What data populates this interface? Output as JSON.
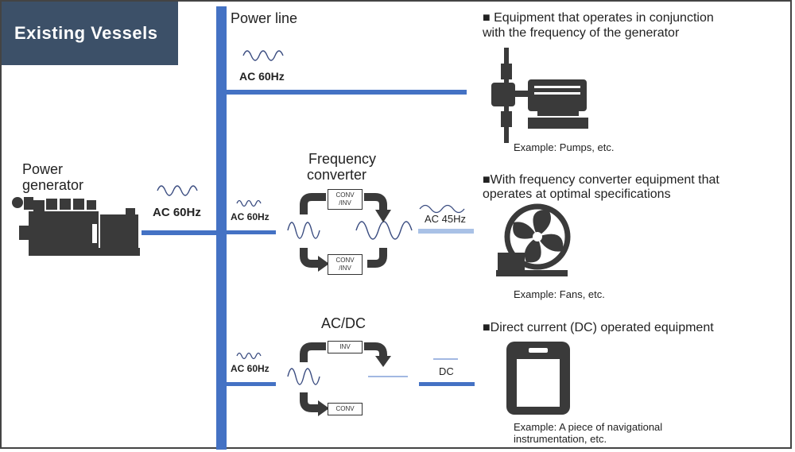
{
  "title": "Existing Vessels",
  "power_line_label": "Power line",
  "generator": {
    "label_line1": "Power",
    "label_line2": "generator",
    "freq_label": "AC 60Hz"
  },
  "top_feed": {
    "freq_label": "AC 60Hz"
  },
  "section1": {
    "heading_line1": "■ Equipment that operates in conjunction",
    "heading_line2": "with the frequency of the generator",
    "example": "Example: Pumps, etc."
  },
  "section2": {
    "heading_line1": "■With frequency converter equipment that",
    "heading_line2": "operates at optimal specifications",
    "converter_title_line1": "Frequency",
    "converter_title_line2": "converter",
    "input_freq": "AC 60Hz",
    "output_freq": "AC 45Hz",
    "box_top_line1": "CONV",
    "box_top_line2": "/INV",
    "box_bottom_line1": "CONV",
    "box_bottom_line2": "/INV",
    "example": "Example: Fans, etc."
  },
  "section3": {
    "heading": "■Direct current (DC) operated equipment",
    "converter_title": "AC/DC",
    "input_freq": "AC 60Hz",
    "output_label": "DC",
    "box_top": "INV",
    "box_bottom": "CONV",
    "example_line1": "Example: A piece of navigational",
    "example_line2": "instrumentation, etc."
  },
  "colors": {
    "power_line": "#4472c4",
    "output_light": "#a9c1e6",
    "title_bg": "#3c5068",
    "equipment": "#3a3a3a"
  }
}
